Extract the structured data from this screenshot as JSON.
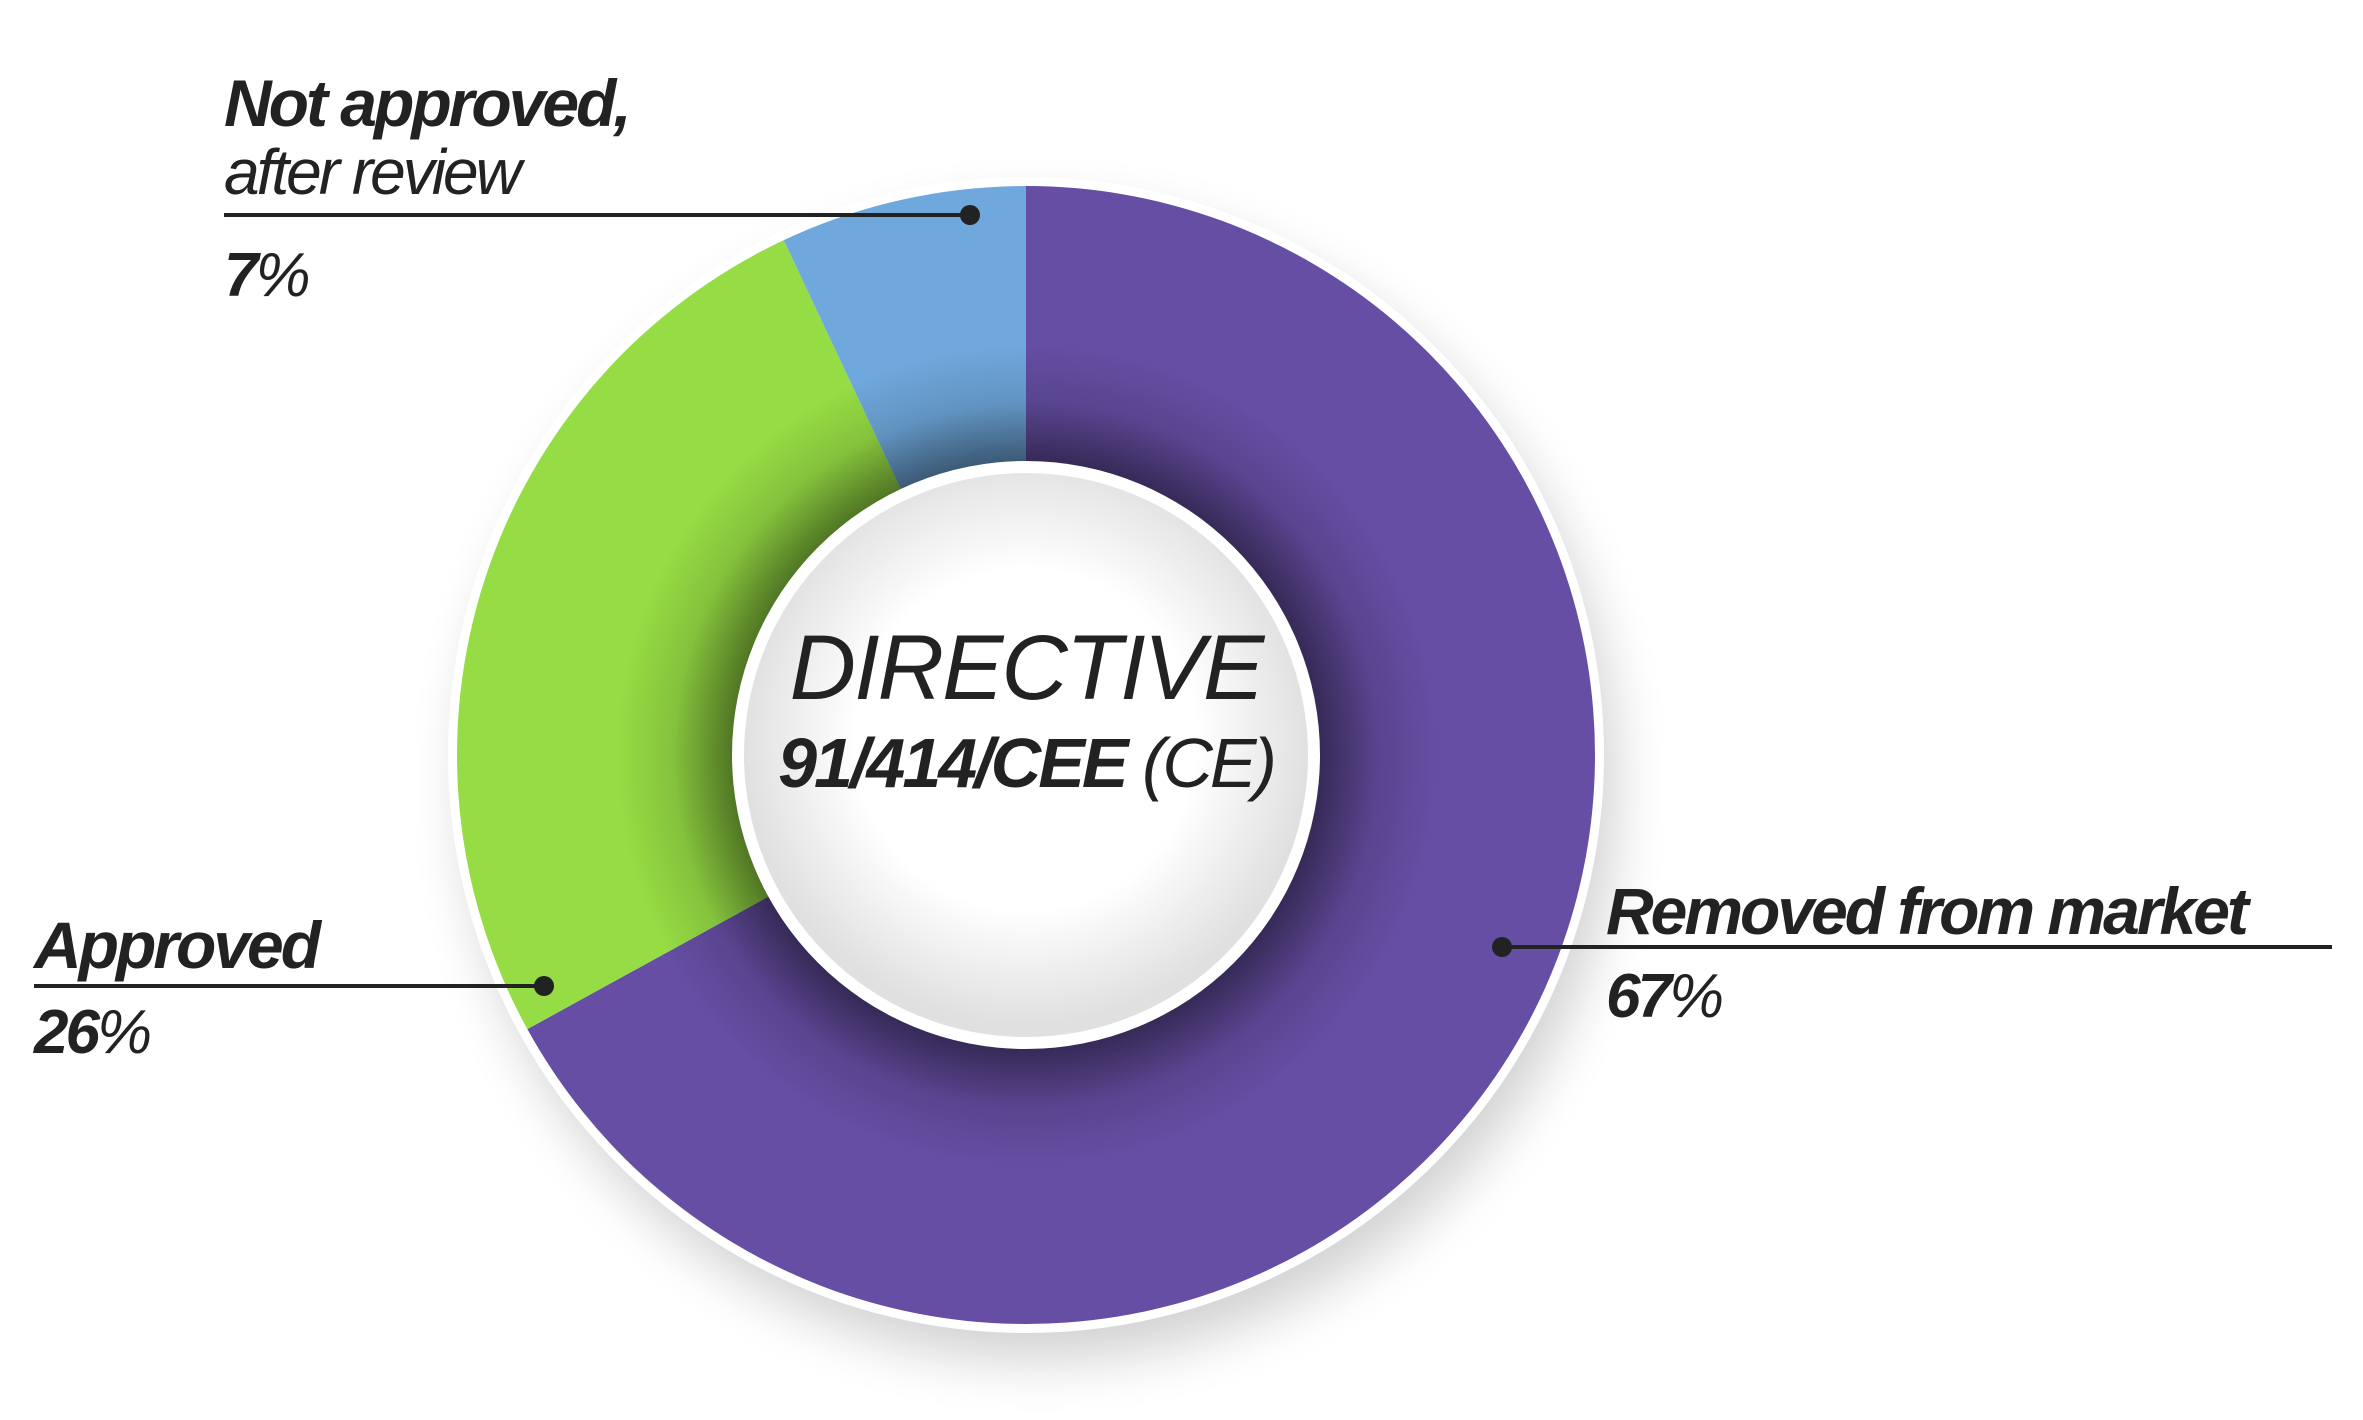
{
  "chart_data": {
    "type": "pie",
    "variant": "donut",
    "title": "DIRECTIVE",
    "subtitle_bold": "91/414/CEE",
    "subtitle_light": "(CE)",
    "slices": [
      {
        "label": "Removed from market",
        "label_sub": "",
        "value": 67,
        "value_text": "67",
        "color": "#654ea3"
      },
      {
        "label": "Approved",
        "label_sub": "",
        "value": 26,
        "value_text": "26",
        "color": "#96dc44"
      },
      {
        "label": "Not approved,",
        "label_sub": "after review",
        "value": 7,
        "value_text": "7",
        "color": "#6fa8dc"
      }
    ],
    "percent_sign": "%",
    "start": "top",
    "direction": "clockwise"
  }
}
